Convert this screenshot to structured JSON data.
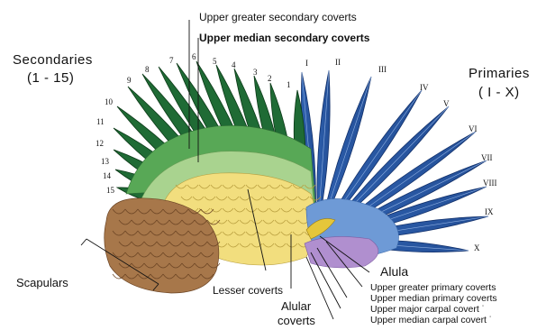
{
  "labels": {
    "upper_greater_secondary_coverts": "Upper  greater secondary coverts",
    "upper_median_secondary_coverts": "Upper median secondary coverts",
    "secondaries_title": "Secondaries",
    "secondaries_range": "(1 - 15)",
    "primaries_title": "Primaries",
    "primaries_range": "( I - X)",
    "alula": "Alula",
    "upper_greater_primary_coverts": "Upper  greater primary coverts",
    "upper_median_primary_coverts": "Upper  median primary coverts",
    "upper_major_carpal_covert": "Upper  major carpal covert ˙",
    "upper_median_carpal_covert": "Upper  median carpal covert ˙",
    "scapulars": "Scapulars",
    "lesser_coverts": "Lesser coverts",
    "alular_coverts_line1": "Alular",
    "alular_coverts_line2": "coverts"
  },
  "secondary_numbers": [
    "1",
    "2",
    "3",
    "4",
    "5",
    "6",
    "7",
    "8",
    "9",
    "10",
    "11",
    "12",
    "13",
    "14",
    "15"
  ],
  "primary_numerals": [
    "I",
    "II",
    "III",
    "IV",
    "V",
    "VI",
    "VII",
    "VIII",
    "IX",
    "X"
  ],
  "colors": {
    "secondaries": "#1f6b35",
    "greater_secondary_coverts": "#58a856",
    "median_secondary_coverts": "#a9d38f",
    "lesser_coverts": "#f2de7e",
    "scapulars": "#a7774a",
    "primaries": "#2a5ba8",
    "primary_coverts": "#6e9ad6",
    "alula": "#e5c63a",
    "carpal_coverts": "#b08fcf"
  }
}
